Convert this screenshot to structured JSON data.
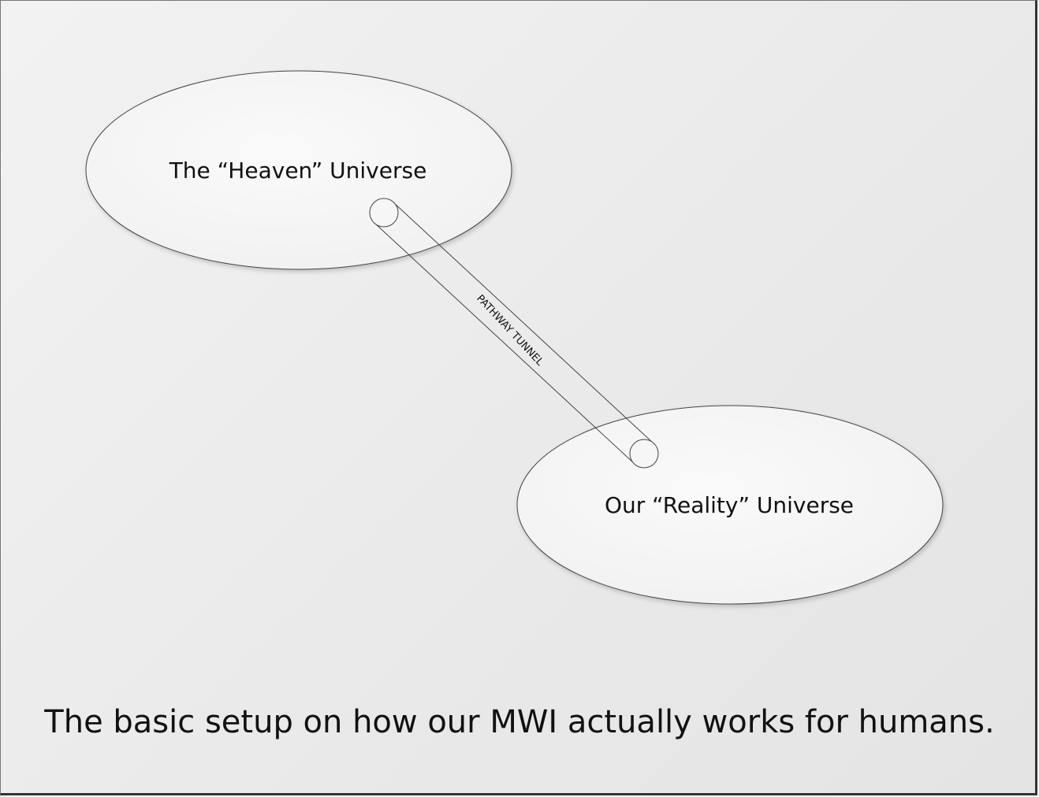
{
  "diagram": {
    "heaven_label": "The “Heaven” Universe",
    "reality_label": "Our “Reality” Universe",
    "tunnel_label": "PATHWAY TUNNEL",
    "caption": "The basic setup on how our MWI actually works for humans."
  }
}
